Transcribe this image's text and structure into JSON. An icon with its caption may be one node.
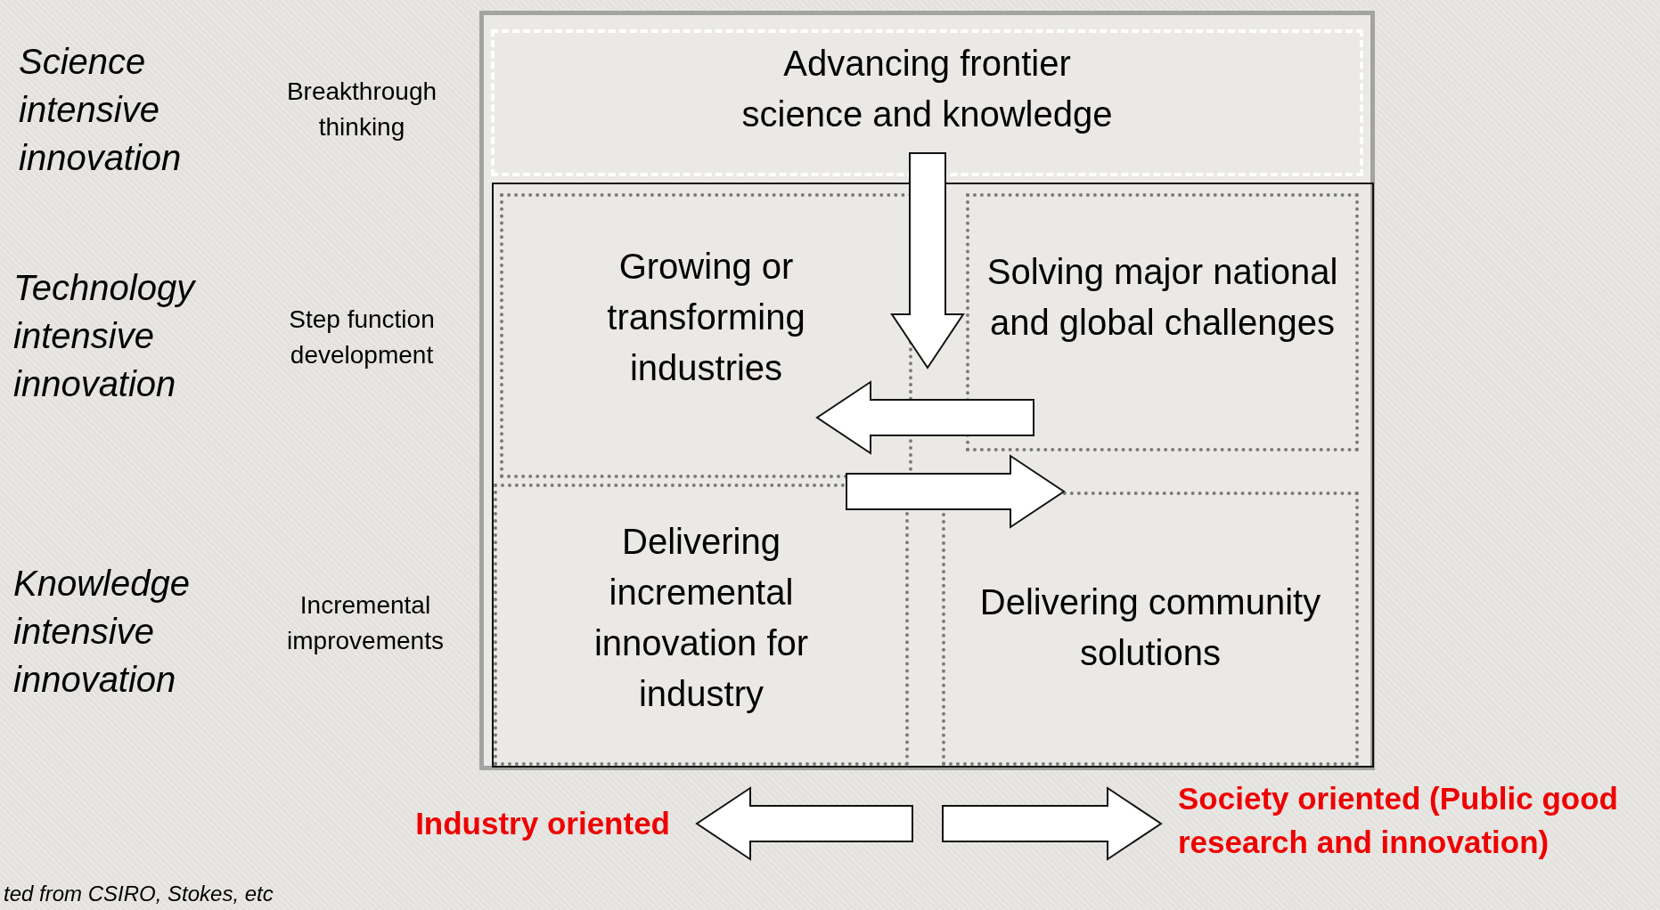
{
  "diagram": {
    "nodes": [
      {
        "text": [
          "Advancing frontier science and knowledge"
        ]
      },
      {
        "text": [],
        "shape": "box",
        "in": 0
      },
      {
        "text": [
          "Growing or transforming industries"
        ],
        "in": 1
      },
      {
        "text": [
          "Solving major national and global challenges"
        ],
        "in": 1
      },
      {
        "text": [
          "Delivering incremental innovation for industry"
        ],
        "in": 1
      },
      {
        "text": [
          "Delivering community solutions"
        ],
        "in": 1
      },
      {
        "text": [
          "Industry oriented"
        ]
      },
      {
        "text": [
          "Society oriented (Public good research and innovation)"
        ]
      }
    ],
    "edges": [
      {
        "from": 0,
        "to": null,
        "arrow": "to"
      },
      {
        "from": 3,
        "to": 2,
        "arrow": "to"
      },
      {
        "from": 4,
        "to": 5,
        "arrow": "to"
      },
      {
        "from": null,
        "to": 6,
        "arrow": "to"
      },
      {
        "from": null,
        "to": 7,
        "arrow": "to"
      }
    ],
    "labels": [
      "Science intensive innovation",
      "Breakthrough thinking",
      "Technology intensive innovation",
      "Step function development",
      "Knowledge intensive innovation",
      "Incremental improvements",
      "ted from CSIRO, Stokes, etc"
    ]
  }
}
